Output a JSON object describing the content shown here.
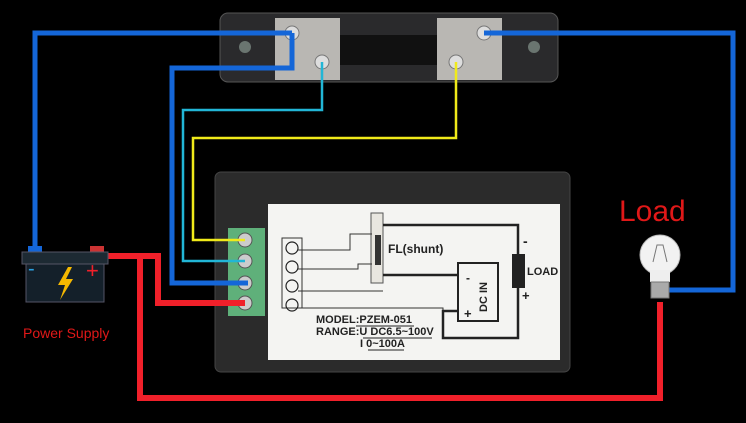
{
  "load": {
    "label": "Load"
  },
  "power_supply": {
    "label": "Power Supply",
    "minus": "-",
    "plus": "+"
  },
  "meter": {
    "shunt_label": "FL(shunt)",
    "dc_in_label": "DC IN",
    "load_label": "LOAD",
    "load_minus": "-",
    "load_plus": "+",
    "dc_minus": "-",
    "dc_plus": "+",
    "model": "MODEL:PZEM-051",
    "range_u": "RANGE:U DC6.5~100V",
    "range_i": "I  0~100A"
  },
  "colors": {
    "blue": "#1466d8",
    "cyan": "#22b6d6",
    "yellow": "#f0ea1a",
    "red": "#f0202a",
    "label_red": "#e01818"
  }
}
